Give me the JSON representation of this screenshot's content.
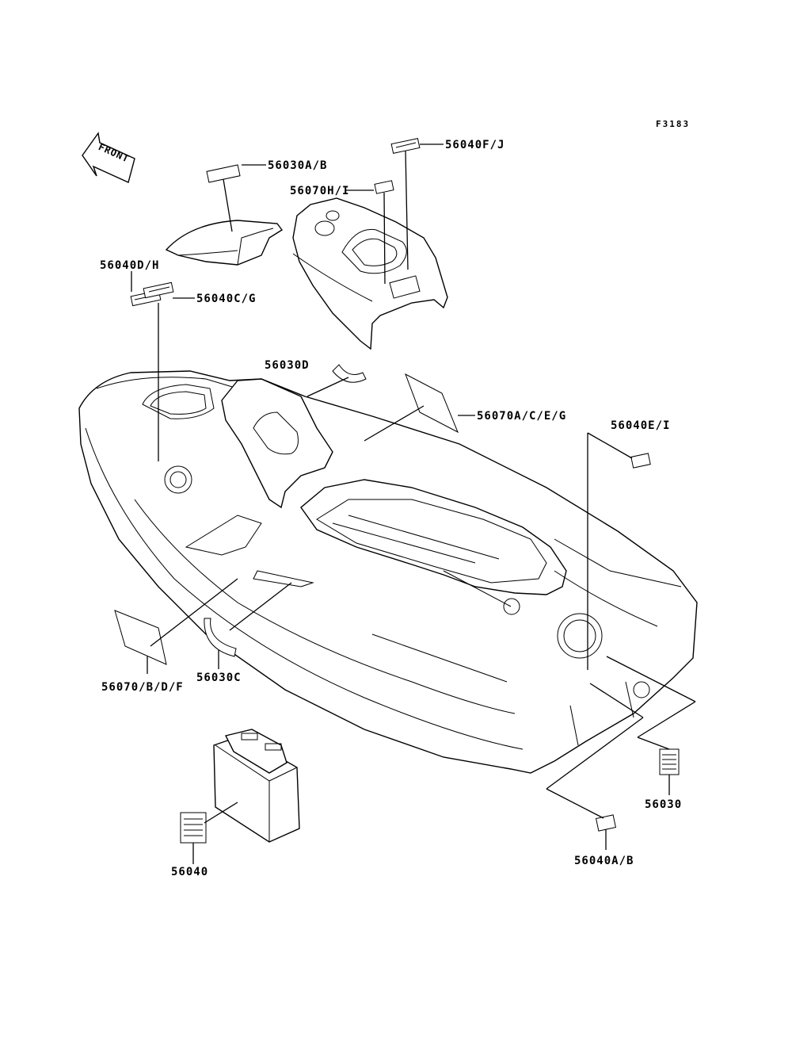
{
  "figure_code": "F3183",
  "front_arrow_text": "FRONT",
  "labels": {
    "p56030AB": "56030A/B",
    "p56040FJ": "56040F/J",
    "p56070HI": "56070H/I",
    "p56040DH": "56040D/H",
    "p56040CG": "56040C/G",
    "p56030D": "56030D",
    "p56070ACEG": "56070A/C/E/G",
    "p56040EI": "56040E/I",
    "p56070BDF": "56070/B/D/F",
    "p56030C": "56030C",
    "p56030": "56030",
    "p56040": "56040",
    "p56040AB": "56040A/B"
  }
}
